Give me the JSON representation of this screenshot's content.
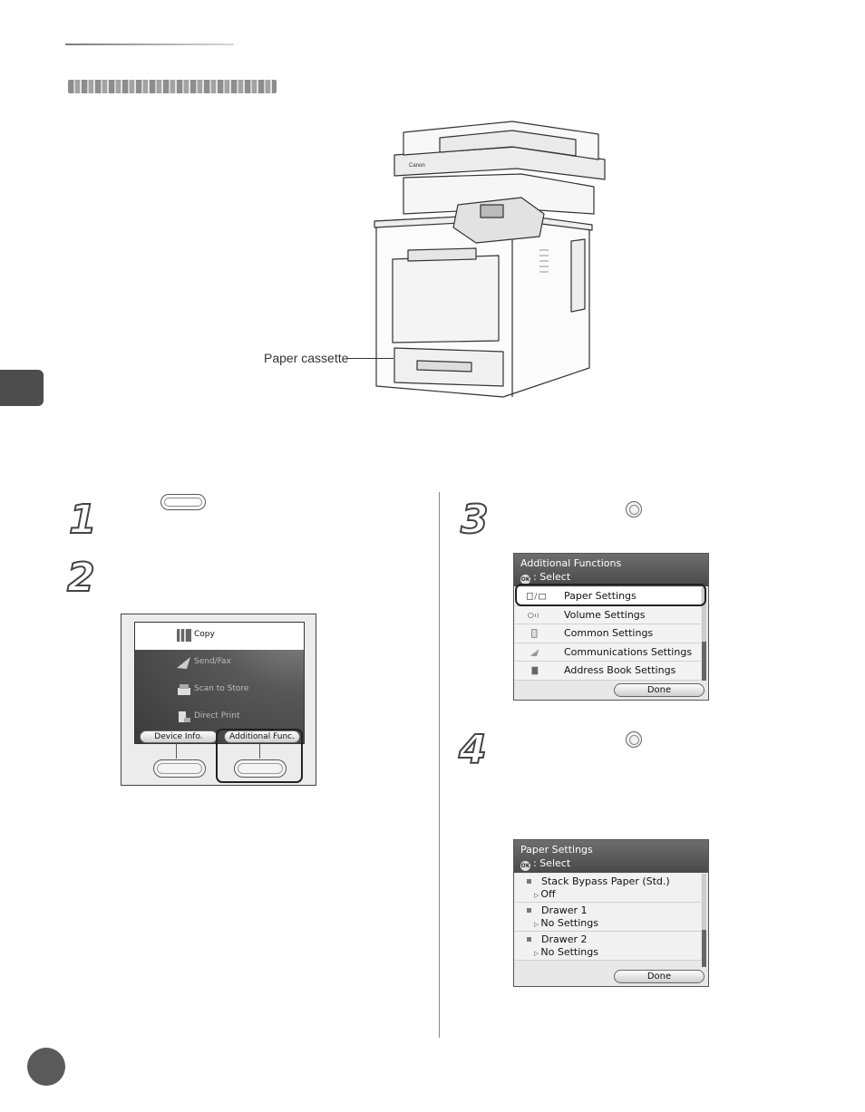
{
  "callout": {
    "paper_cassette": "Paper cassette"
  },
  "printer": {
    "brand": "Canon"
  },
  "steps": {
    "s1": "1",
    "s2": "2",
    "s3": "3",
    "s4": "4"
  },
  "main_menu": {
    "items": [
      {
        "label": "Copy"
      },
      {
        "label": "Send/Fax"
      },
      {
        "label": "Scan to Store"
      },
      {
        "label": "Direct Print"
      }
    ],
    "device_info": "Device Info.",
    "additional_func": "Additional Func."
  },
  "additional_functions": {
    "title": "Additional Functions",
    "select": ": Select",
    "ok_glyph": "OK",
    "items": [
      {
        "label": "Paper Settings"
      },
      {
        "label": "Volume Settings"
      },
      {
        "label": "Common Settings"
      },
      {
        "label": "Communications Settings"
      },
      {
        "label": "Address Book Settings"
      }
    ],
    "done": "Done"
  },
  "paper_settings": {
    "title": "Paper Settings",
    "select": ": Select",
    "ok_glyph": "OK",
    "items": [
      {
        "name": "Stack Bypass Paper (Std.)",
        "value": "Off"
      },
      {
        "name": "Drawer 1",
        "value": "No Settings"
      },
      {
        "name": "Drawer 2",
        "value": "No Settings"
      }
    ],
    "done": "Done"
  }
}
